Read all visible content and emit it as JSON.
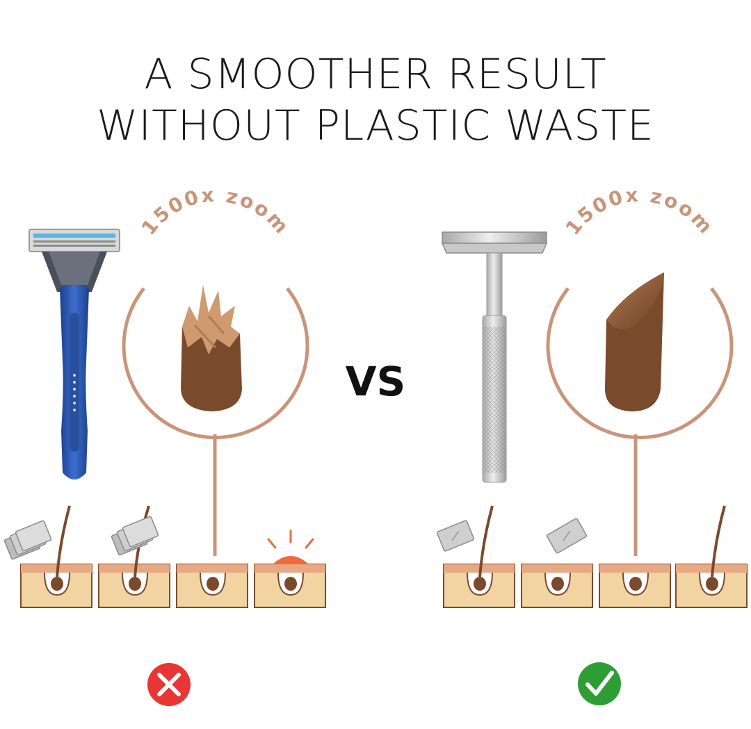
{
  "title": {
    "line1": "A SMOOTHER RESULT",
    "line2": "WITHOUT PLASTIC WASTE"
  },
  "vs_label": "VS",
  "left": {
    "zoom_label": "1500x zoom",
    "product_icon": "cartridge-razor-icon",
    "result_icon": "cross-icon",
    "result_color": "#ea3535"
  },
  "right": {
    "zoom_label": "1500x zoom",
    "product_icon": "safety-razor-icon",
    "result_icon": "check-icon",
    "result_color": "#2e9e34"
  },
  "colors": {
    "accent": "#c9957a",
    "hair": "#7a4a2c",
    "skin": "#f2d3a2",
    "irritation": "#ef6a3a"
  }
}
